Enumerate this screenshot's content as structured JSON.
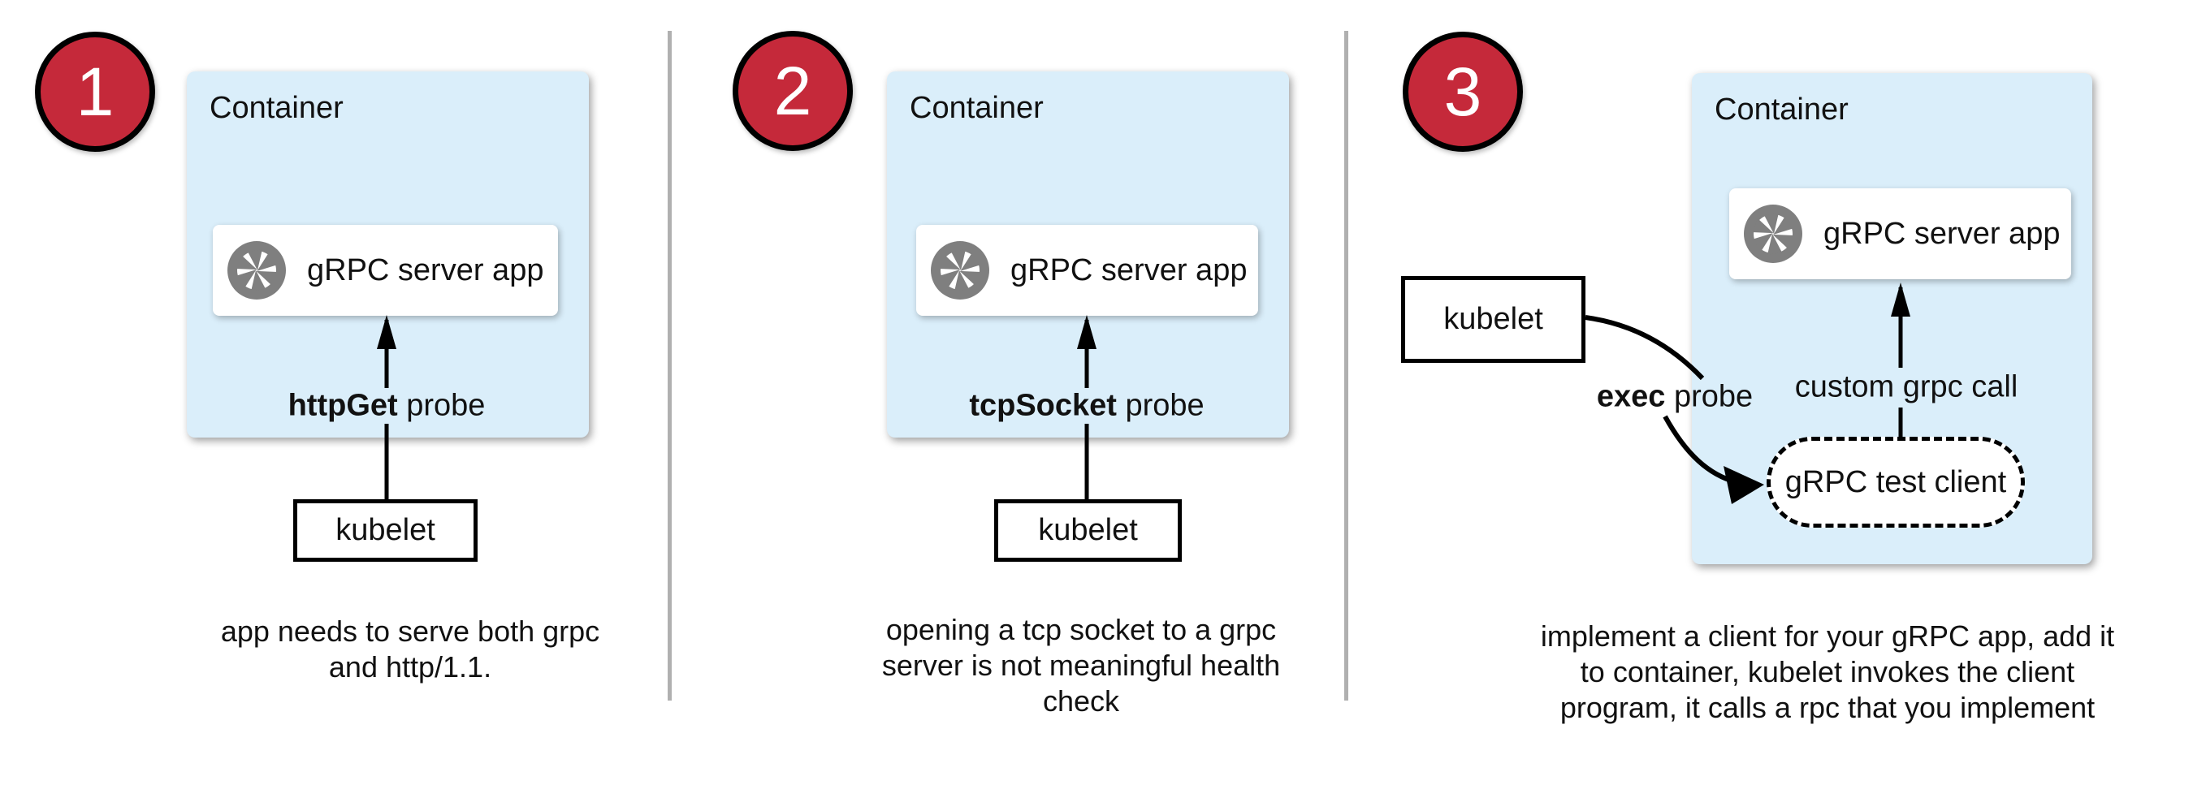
{
  "colors": {
    "container_fill": "#daeefa",
    "badge_fill": "#c5293a",
    "icon_gray": "#7f7f7f",
    "divider_gray": "#b0b0b0",
    "line_black": "#000000"
  },
  "panels": [
    {
      "badge": "1",
      "container_label": "Container",
      "app_box": {
        "icon": "aperture-icon",
        "label": "gRPC server app"
      },
      "probe": {
        "bold": "httpGet",
        "rest": " probe"
      },
      "kubelet_label": "kubelet",
      "caption": "app needs to serve both grpc\nand http/1.1."
    },
    {
      "badge": "2",
      "container_label": "Container",
      "app_box": {
        "icon": "aperture-icon",
        "label": "gRPC server app"
      },
      "probe": {
        "bold": "tcpSocket",
        "rest": " probe"
      },
      "kubelet_label": "kubelet",
      "caption": "opening a tcp socket to a grpc\nserver is not meaningful health\ncheck"
    },
    {
      "badge": "3",
      "container_label": "Container",
      "app_box": {
        "icon": "aperture-icon",
        "label": "gRPC server app"
      },
      "probe": {
        "bold": "exec",
        "rest": " probe"
      },
      "grpc_call_label": "custom grpc call",
      "test_client_label": "gRPC test client",
      "kubelet_label": "kubelet",
      "caption": "implement a client for your gRPC app, add it\nto container, kubelet invokes the client\nprogram, it calls a rpc that you implement"
    }
  ]
}
